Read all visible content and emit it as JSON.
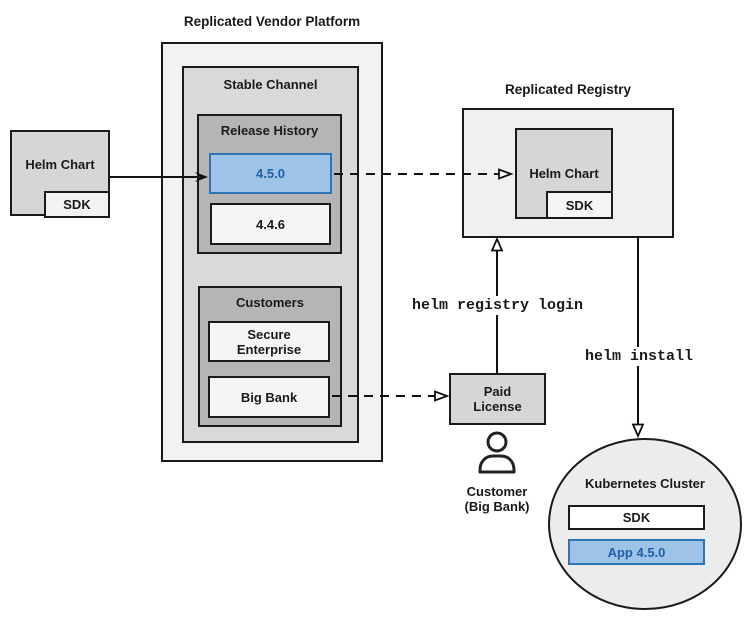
{
  "colors": {
    "highlight_fill": "#9EC3E6",
    "highlight_border": "#2E74B5",
    "highlight_text": "#1F5FA8",
    "box_border": "#1a1a1a"
  },
  "source": {
    "helm_chart": "Helm Chart",
    "sdk": "SDK"
  },
  "vendor_platform": {
    "title": "Replicated Vendor Platform",
    "stable_channel": {
      "title": "Stable Channel",
      "release_history": {
        "title": "Release History",
        "releases": [
          "4.5.0",
          "4.4.6"
        ]
      },
      "customers": {
        "title": "Customers",
        "items": [
          "Secure Enterprise",
          "Big Bank"
        ]
      }
    }
  },
  "registry": {
    "title": "Replicated Registry",
    "helm_chart": "Helm Chart",
    "sdk": "SDK"
  },
  "license": {
    "label": "Paid License"
  },
  "customer": {
    "name": "Customer",
    "company": "(Big Bank)"
  },
  "commands": {
    "login": "helm registry login",
    "install": "helm install"
  },
  "cluster": {
    "title": "Kubernetes Cluster",
    "sdk": "SDK",
    "app": "App 4.5.0"
  }
}
